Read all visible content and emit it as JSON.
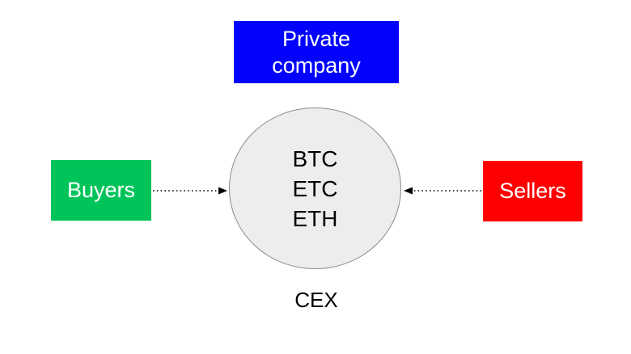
{
  "diagram": {
    "top_box": {
      "label": "Private company",
      "fill": "#0202fe",
      "text_color": "#ffffff"
    },
    "left_box": {
      "label": "Buyers",
      "fill": "#00c45a",
      "text_color": "#ffffff"
    },
    "right_box": {
      "label": "Sellers",
      "fill": "#fe0000",
      "text_color": "#ffffff"
    },
    "center_circle": {
      "items": [
        "BTC",
        "ETC",
        "ETH"
      ],
      "fill": "#ededed",
      "border_color": "#8a8a8a"
    },
    "caption": "CEX",
    "arrow_color": "#000000",
    "arrows": [
      {
        "name": "buyers-to-cex",
        "direction": "right"
      },
      {
        "name": "sellers-to-cex",
        "direction": "left"
      }
    ]
  }
}
